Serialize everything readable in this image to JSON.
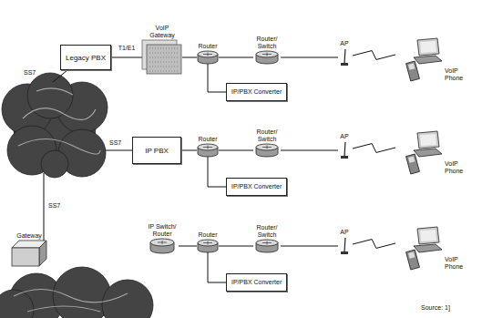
{
  "diagram": {
    "nodes": [
      {
        "text": [
          "Legacy PBX"
        ]
      },
      {
        "text": [
          "VoIP Gateway"
        ]
      },
      {
        "text": [
          "Router"
        ]
      },
      {
        "text": [
          "Router/ Switch"
        ]
      },
      {
        "text": [
          "AP"
        ]
      },
      {
        "text": [
          "VoIP Phone"
        ]
      },
      {
        "text": [
          "IP/PBX Converter"
        ]
      },
      {
        "text": [
          "IP PBX"
        ]
      },
      {
        "text": [
          "Router"
        ]
      },
      {
        "text": [
          "Router/ Switch"
        ]
      },
      {
        "text": [
          "AP"
        ]
      },
      {
        "text": [
          "VoIP Phone"
        ]
      },
      {
        "text": [
          "IP/PBX Converter"
        ]
      },
      {
        "text": [
          "Gateway"
        ]
      },
      {
        "text": [
          "IP Switch/ Router"
        ]
      },
      {
        "text": [
          "Router"
        ]
      },
      {
        "text": [
          "Router/ Switch"
        ]
      },
      {
        "text": [
          "AP"
        ]
      },
      {
        "text": [
          "VoIP Phone"
        ]
      },
      {
        "text": [
          "IP/PBX Converter"
        ]
      }
    ],
    "edges": [
      {
        "from": 0,
        "to": 1,
        "label": "T1/E1",
        "arrow": "none"
      },
      {
        "from": 1,
        "to": 2,
        "arrow": "none"
      },
      {
        "from": 2,
        "to": 3,
        "arrow": "none"
      },
      {
        "from": 3,
        "to": 4,
        "arrow": "none"
      },
      {
        "from": 4,
        "to": 5,
        "arrow": "none"
      },
      {
        "from": 2,
        "to": 6,
        "arrow": "none"
      },
      {
        "from": 7,
        "to": 8,
        "arrow": "none"
      },
      {
        "from": 8,
        "to": 9,
        "arrow": "none"
      },
      {
        "from": 9,
        "to": 10,
        "arrow": "none"
      },
      {
        "from": 10,
        "to": 11,
        "arrow": "none"
      },
      {
        "from": 8,
        "to": 12,
        "arrow": "none"
      },
      {
        "from": 14,
        "to": 15,
        "arrow": "none"
      },
      {
        "from": 15,
        "to": 16,
        "arrow": "none"
      },
      {
        "from": 16,
        "to": 17,
        "arrow": "none"
      },
      {
        "from": 17,
        "to": 18,
        "arrow": "none"
      },
      {
        "from": 15,
        "to": 19,
        "arrow": "none"
      }
    ],
    "labels": [
      "SS7",
      "SS7",
      "SS7",
      "Source: 1]"
    ]
  }
}
